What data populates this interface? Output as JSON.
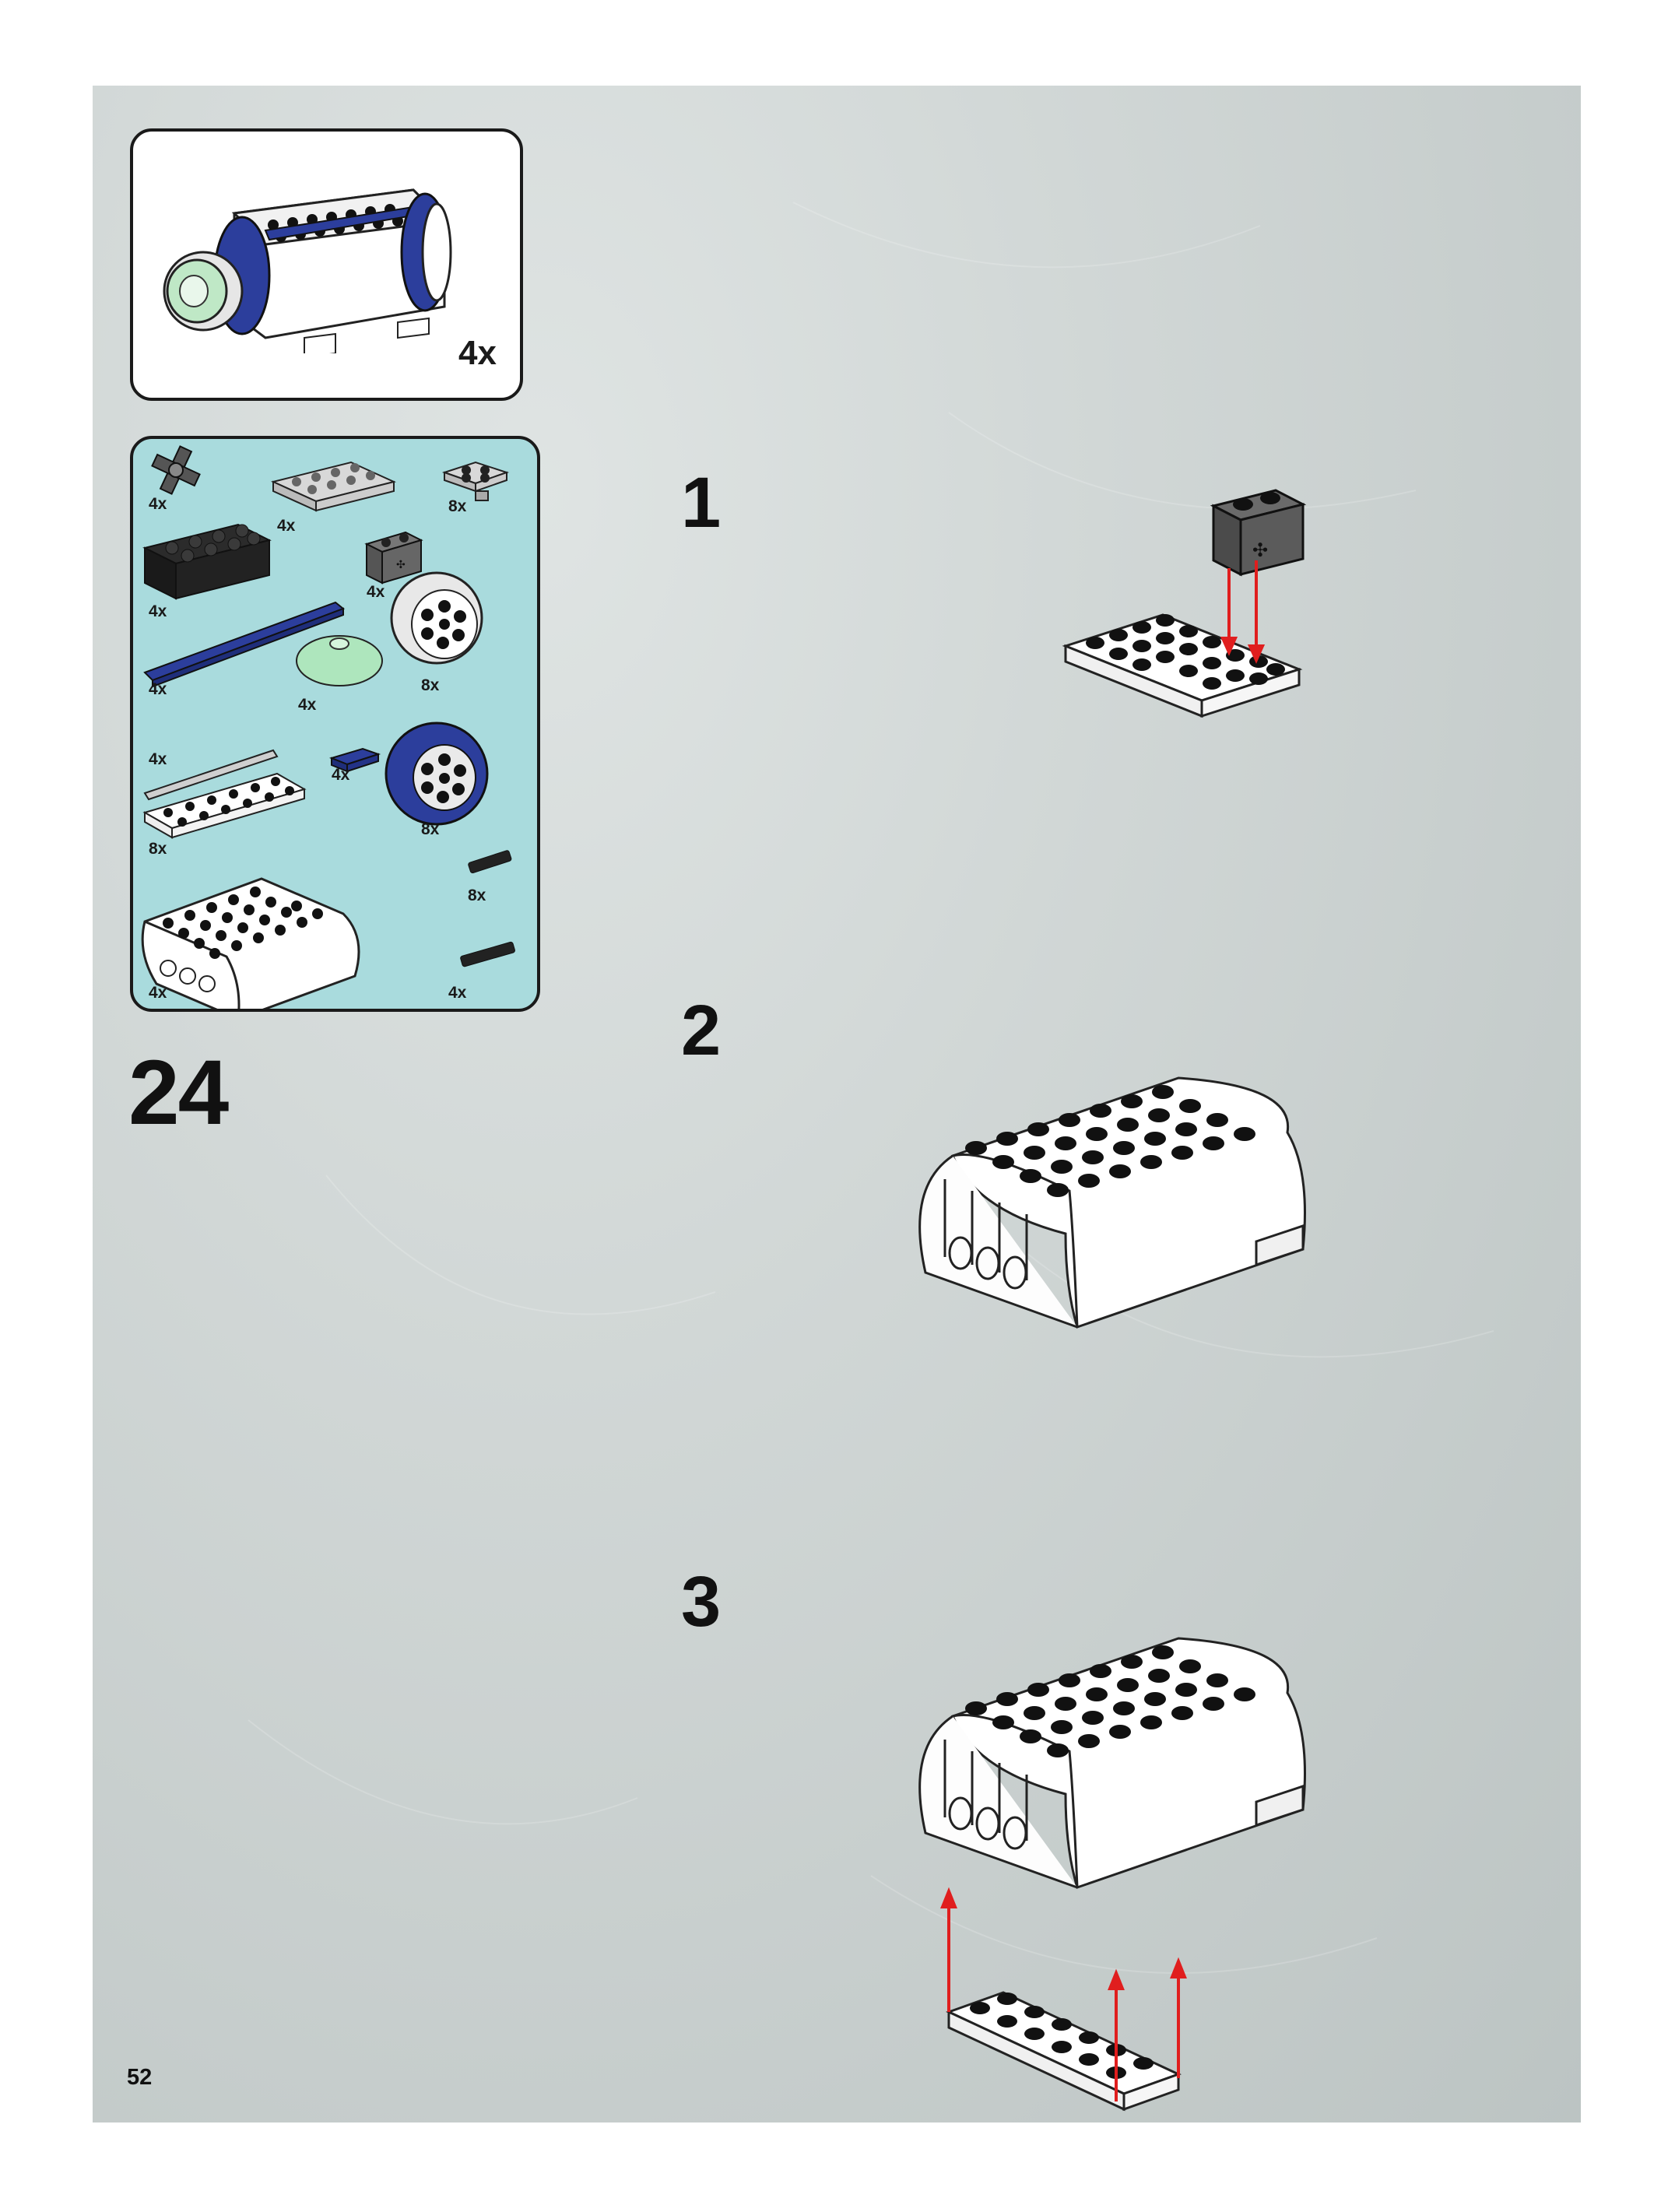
{
  "page": {
    "number": "52"
  },
  "submodel": {
    "quantity": "4x"
  },
  "parts_list": [
    {
      "name": "cross-axle-connector",
      "qty": "4x"
    },
    {
      "name": "plate-2x4-light-gray",
      "qty": "4x"
    },
    {
      "name": "plate-2x2-with-clip",
      "qty": "8x"
    },
    {
      "name": "brick-2x4-black",
      "qty": "4x"
    },
    {
      "name": "technic-brick-1x2-dark-gray",
      "qty": "4x"
    },
    {
      "name": "tile-1x8-blue",
      "qty": "4x"
    },
    {
      "name": "dish-2x2-trans-green",
      "qty": "4x"
    },
    {
      "name": "wheel-white",
      "qty": "8x"
    },
    {
      "name": "bar-long-gray",
      "qty": "4x"
    },
    {
      "name": "tile-1x2-blue",
      "qty": "4x"
    },
    {
      "name": "tire-blue",
      "qty": "8x"
    },
    {
      "name": "plate-2x6-white",
      "qty": "8x"
    },
    {
      "name": "pin-black",
      "qty": "8x"
    },
    {
      "name": "slope-curved-white",
      "qty": "4x"
    },
    {
      "name": "axle-pin-black",
      "qty": "4x"
    }
  ],
  "main_step": "24",
  "substeps": [
    "1",
    "2",
    "3"
  ],
  "colors": {
    "arrow": "#e01e1e",
    "parts_bg": "#a9dbdd",
    "page_bg": "#cfd5d4"
  }
}
